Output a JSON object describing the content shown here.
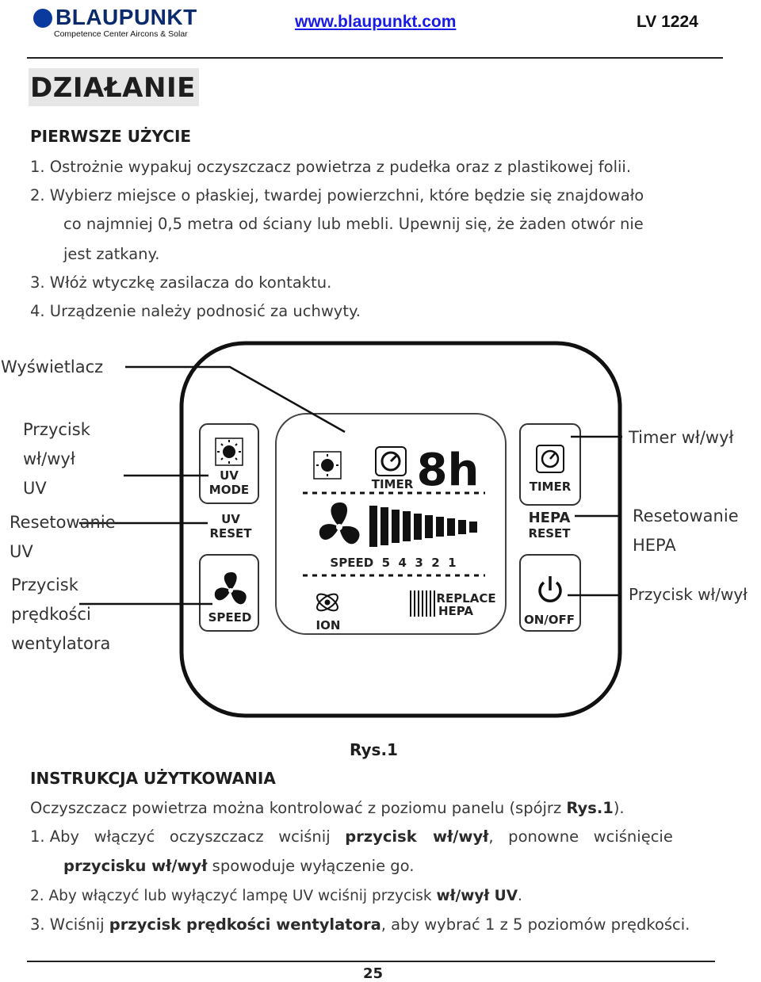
{
  "header": {
    "logo_name": "BLAUPUNKT",
    "logo_tagline": "Competence Center Aircons & Solar",
    "website": "www.blaupunkt.com",
    "model": "LV 1224"
  },
  "section_title": "DZIAŁANIE",
  "first_use": {
    "heading": "PIERWSZE UŻYCIE",
    "items": [
      "1. Ostrożnie wypakuj oczyszczacz powietrza z pudełka oraz z plastikowej folii.",
      "2. Wybierz miejsce o płaskiej, twardej powierzchni, które będzie się znajdowało",
      "co najmniej 0,5 metra od ściany lub mebli. Upewnij się, że żaden otwór nie",
      "jest zatkany.",
      "3. Włóż wtyczkę zasilacza do kontaktu.",
      "4. Urządzenie należy podnosić za uchwyty."
    ]
  },
  "figure": {
    "labels": {
      "display": "Wyświetlacz",
      "uv_button": [
        "Przycisk",
        "wł/wył",
        "UV"
      ],
      "uv_reset": [
        "Resetowanie",
        "UV"
      ],
      "speed_button": [
        "Przycisk",
        "prędkości",
        "wentylatora"
      ],
      "timer": "Timer wł/wył",
      "hepa_reset": [
        "Resetowanie",
        "HEPA"
      ],
      "power": "Przycisk wł/wył"
    },
    "panel": {
      "uv_mode": [
        "UV",
        "MODE"
      ],
      "uv_reset": [
        "UV",
        "RESET"
      ],
      "speed": "SPEED",
      "timer_btn": "TIMER",
      "hepa_reset": [
        "HEPA",
        "RESET"
      ],
      "onoff": "ON/OFF",
      "display_timer": "TIMER",
      "display_time": "8h",
      "speed_scale": "SPEED  5  4  3  2  1",
      "ion": "ION",
      "replace": [
        "REPLACE",
        "HEPA"
      ]
    },
    "caption": "Rys.1"
  },
  "instructions": {
    "heading": "INSTRUKCJA UŻYTKOWANIA",
    "intro_a": "Oczyszczacz powietrza można kontrolować z poziomu panelu (spójrz ",
    "intro_b": "Rys.1",
    "intro_c": ").",
    "item1_a": "1. Aby   włączyć   oczyszczacz   wciśnij   ",
    "item1_b": "przycisk   wł/wył",
    "item1_c": ",   ponowne   wciśnięcie",
    "item1_d": "przycisku wł/wył",
    "item1_e": " spowoduje wyłączenie go.",
    "item2_a": "2. Aby włączyć lub wyłączyć lampę UV wciśnij przycisk ",
    "item2_b": "wł/wył UV",
    "item2_c": ".",
    "item3_a": "3. Wciśnij ",
    "item3_b": "przycisk prędkości wentylatora",
    "item3_c": ", aby wybrać 1 z 5 poziomów prędkości."
  },
  "page_number": "25"
}
